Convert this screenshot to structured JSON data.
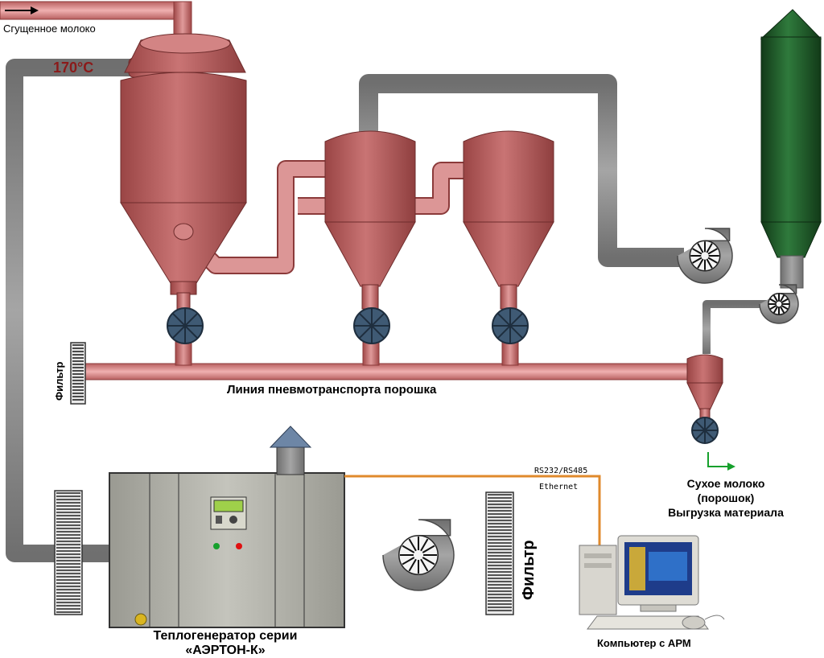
{
  "labels": {
    "condensed_milk": "Сгущенное молоко",
    "temperature": "170°C",
    "filter_left": "Фильтр",
    "filter_right": "Фильтр",
    "conveying_line": "Линия пневмотранспорта порошка",
    "dry_milk_line1": "Сухое молоко",
    "dry_milk_line2": "(порошок)",
    "dry_milk_line3": "Выгрузка материала",
    "link_protocols": "RS232/RS485",
    "link_ethernet": "Ethernet",
    "generator_line1": "Теплогенератор серии",
    "generator_line2": "«АЭРТОН-К»",
    "computer": "Компьютер с АРМ"
  },
  "colors": {
    "vessel": "#b85c5c",
    "vessel_light": "#d98a8a",
    "pipe_pink": "#d88c8c",
    "pipe_gray": "#8c8c8c",
    "fan_blue": "#3f5a74",
    "chimney_green": "#1f5a2a",
    "cable_orange": "#e08a2c"
  },
  "icons": {
    "rotary_valve": "rotary-valve-icon",
    "fan": "fan-icon",
    "filter": "filter-icon",
    "computer": "computer-icon"
  }
}
